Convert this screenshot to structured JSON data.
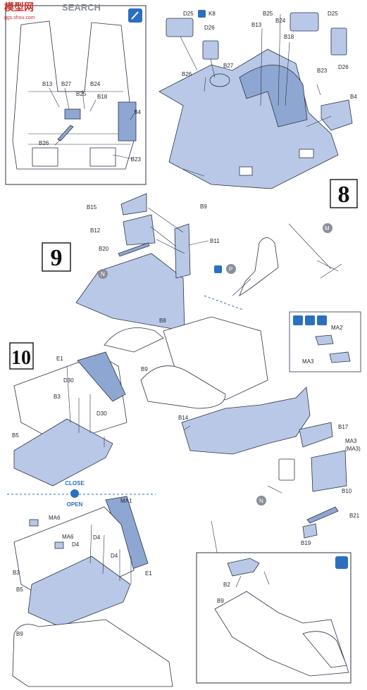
{
  "watermark": {
    "brand": "模型网",
    "search": "SEARCH",
    "site": "ggs.shou.com"
  },
  "colors": {
    "part_blue": "#b8c8e6",
    "accent_blue": "#2b6fc0",
    "line": "#2b3346"
  },
  "steps": {
    "s8": "8",
    "s9": "9",
    "s10": "10"
  },
  "labels": {
    "D25a": "D25",
    "K8": "K8",
    "D26a": "D26",
    "B13a": "B13",
    "B25a": "B25",
    "B24a": "B24",
    "B18a": "B18",
    "D25b": "D25",
    "D26b": "D26",
    "B23a": "B23",
    "B4a": "B4",
    "B26a": "B26",
    "B27a": "B27",
    "B9a": "B9",
    "B13b": "B13",
    "B27b": "B27",
    "B25b": "B25",
    "B24b": "B24",
    "B18b": "B18",
    "B4b": "B4",
    "B26b": "B26",
    "B23b": "B23",
    "B15": "B15",
    "B12": "B12",
    "B20": "B20",
    "B11": "B11",
    "N1": "N",
    "M": "M",
    "P": "P",
    "B8": "B8",
    "B9b": "B9",
    "MA2": "MA2",
    "MA3a": "MA3",
    "E1a": "E1",
    "D30a": "D30",
    "B3a": "B3",
    "D30b": "D30",
    "B5a": "B5",
    "B14": "B14",
    "B17": "B17",
    "MA3b": "MA3",
    "MA3c": "(MA3)",
    "N2": "N",
    "B10": "B10",
    "B21": "B21",
    "B19": "B19",
    "close": "CLOSE",
    "open": "OPEN",
    "MA6a": "MA6",
    "MA6b": "MA6",
    "MA1": "MA1",
    "D4a": "D4",
    "D4b": "D4",
    "D4c": "D4",
    "B3b": "B3",
    "E1b": "E1",
    "B5b": "B5",
    "B9c": "B9",
    "B2": "B2",
    "B9d": "B9"
  }
}
